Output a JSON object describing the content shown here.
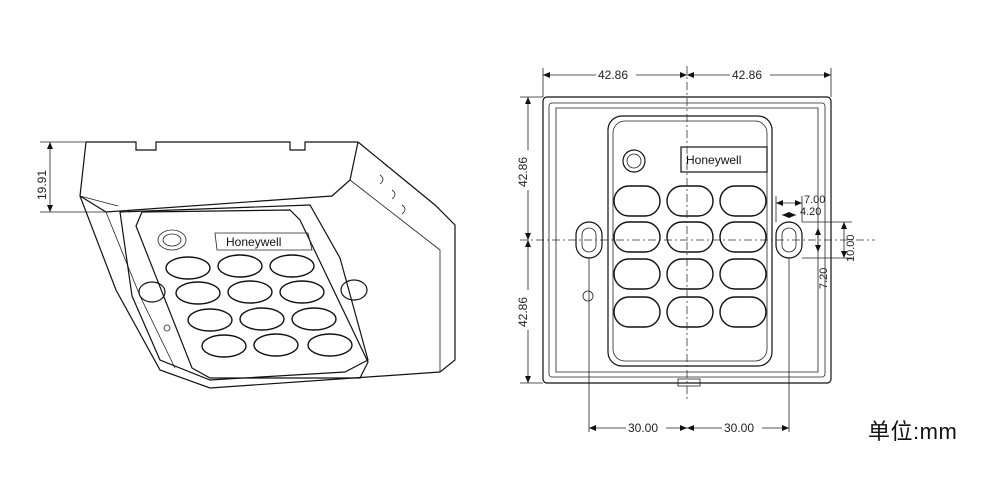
{
  "brand_label": "Honeywell",
  "unit_label": "单位:mm",
  "side_view": {
    "height_dim": "19.91"
  },
  "front_view": {
    "top_left_dim": "42.86",
    "top_right_dim": "42.86",
    "left_upper_dim": "42.86",
    "left_lower_dim": "42.86",
    "bottom_left_dim": "30.00",
    "bottom_right_dim": "30.00",
    "slot_width_dim": "7.00",
    "slot_inner_dim": "4.20",
    "slot_height_dim": "10.00",
    "slot_offset_dim": "7.20"
  }
}
